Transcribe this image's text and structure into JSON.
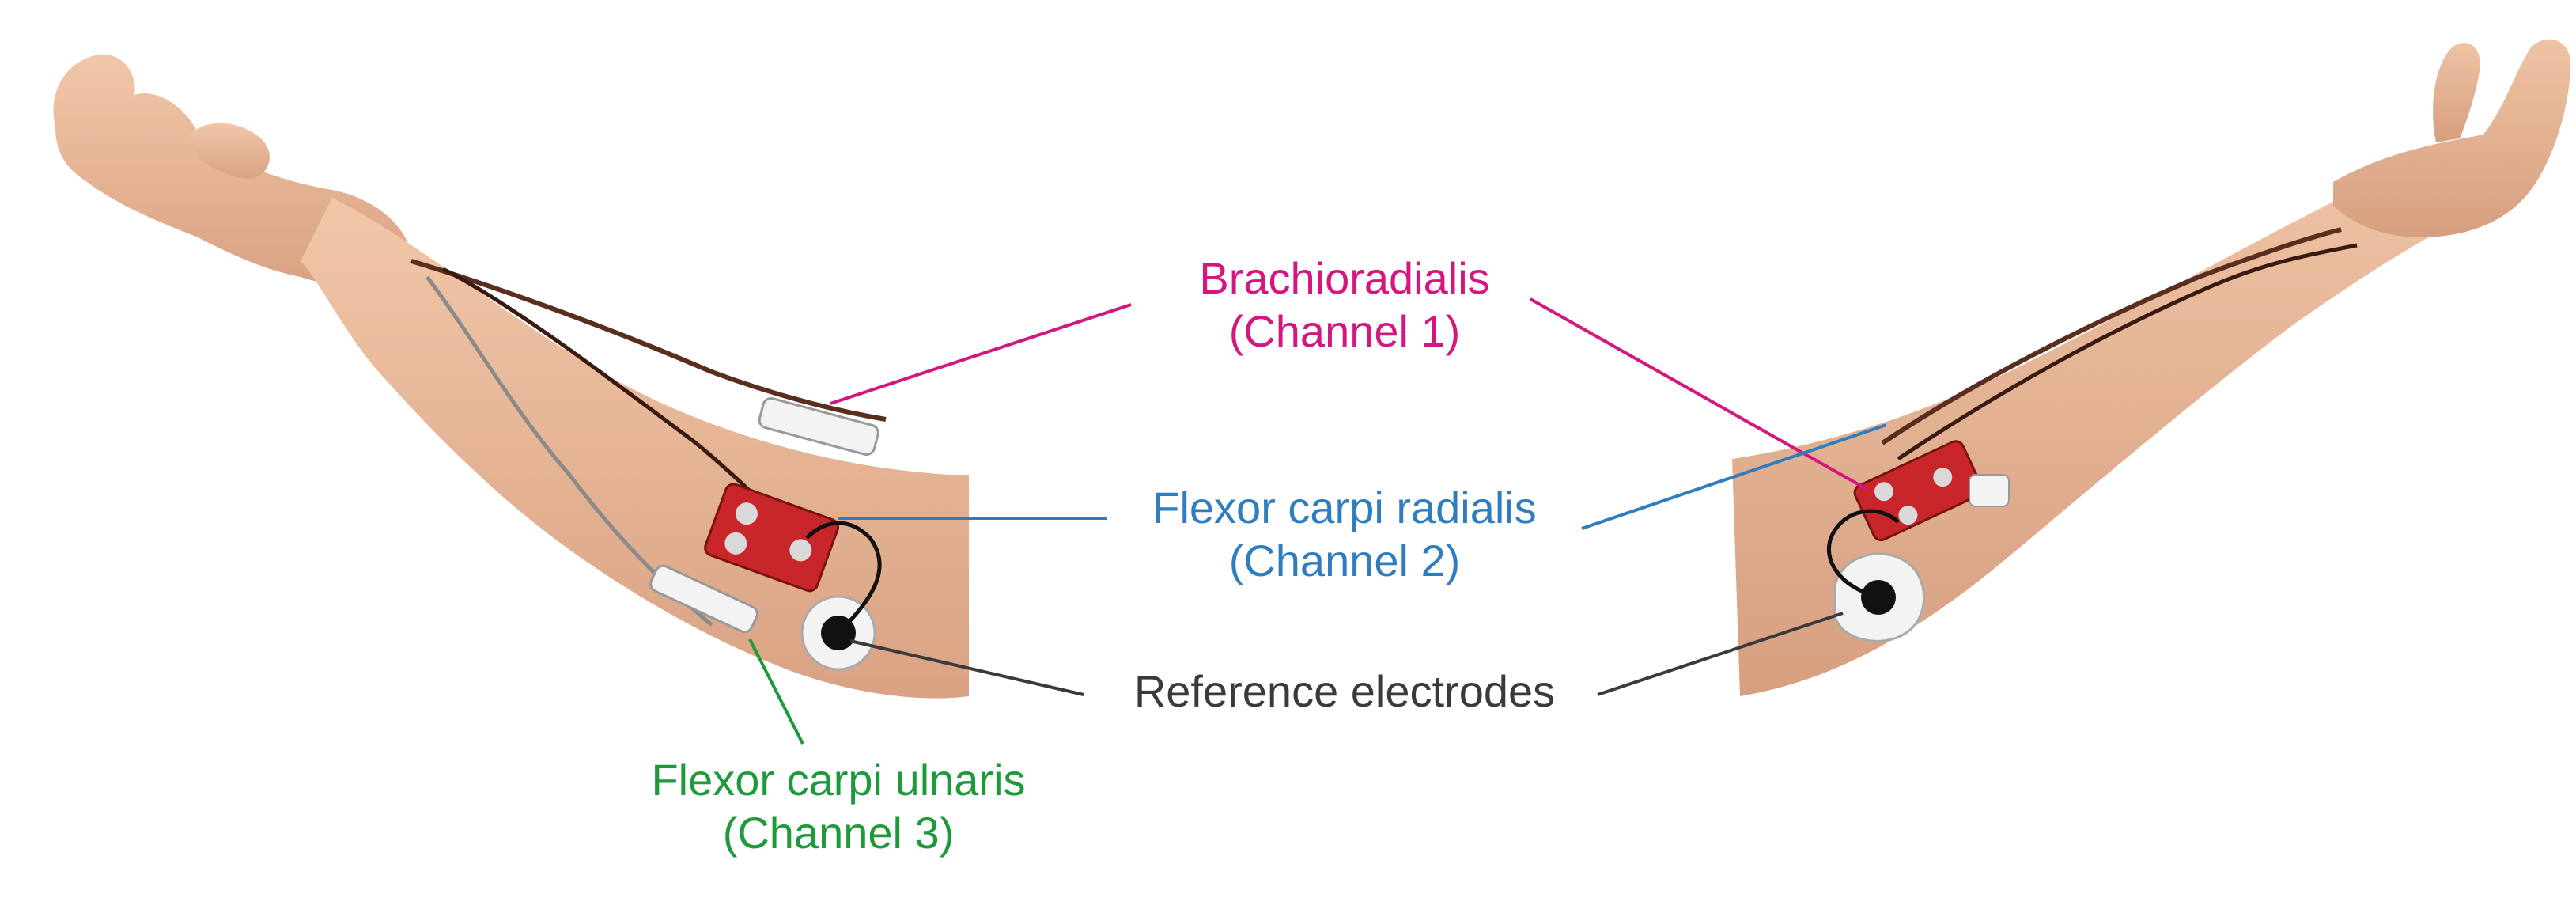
{
  "labels": {
    "brachioradialis": {
      "name": "Brachioradialis",
      "channel": "(Channel 1)"
    },
    "flexor_carpi_radialis": {
      "name": "Flexor carpi radialis",
      "channel": "(Channel 2)"
    },
    "reference": {
      "name": "Reference electrodes"
    },
    "flexor_carpi_ulnaris": {
      "name": "Flexor carpi ulnaris",
      "channel": "(Channel 3)"
    }
  },
  "colors": {
    "brachioradialis": "#d4177e",
    "flexor_carpi_radialis": "#2f7dbf",
    "reference": "#3a3a3a",
    "flexor_carpi_ulnaris": "#1f9a3b",
    "skin": "#e8b99a",
    "skin_shadow": "#cf9878",
    "sensor_board": "#c8262b",
    "electrode_pad": "#f3f3f3",
    "wire": "#5a2e1e"
  }
}
